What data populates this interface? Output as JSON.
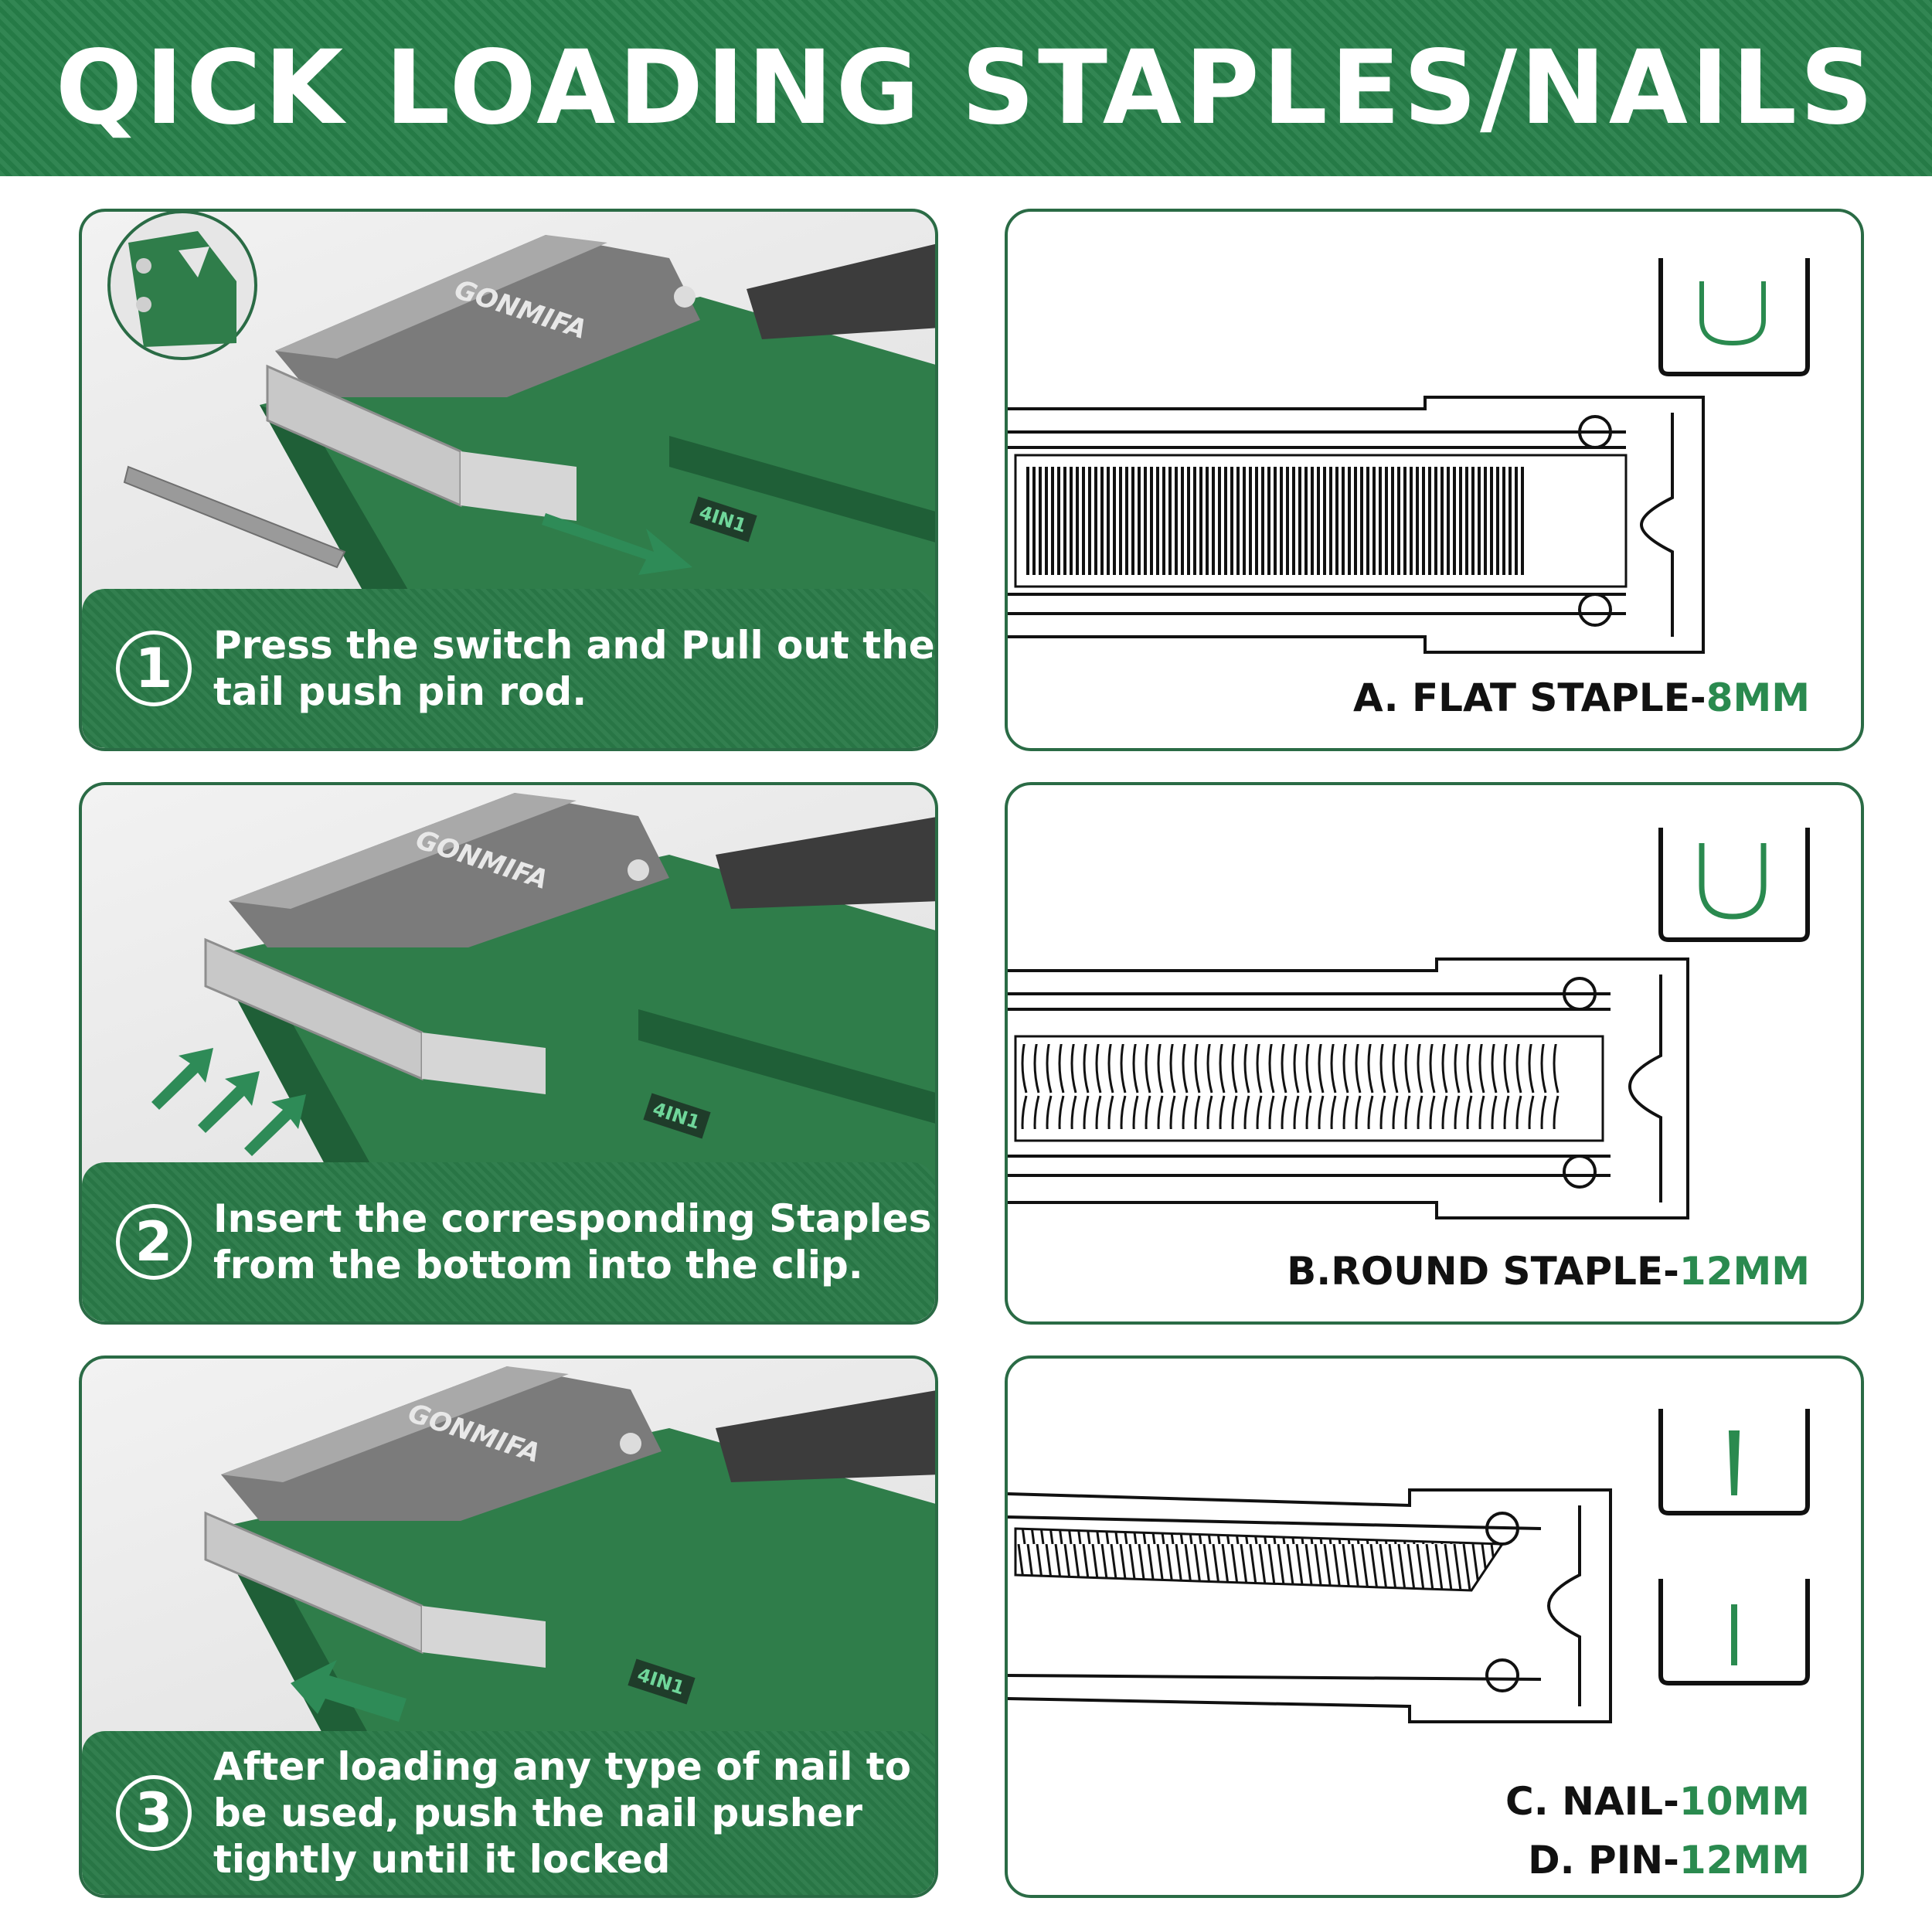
{
  "header": {
    "title": "QICK LOADING STAPLES/NAILS"
  },
  "colors": {
    "brand_green": "#27804a",
    "accent_green": "#2a8a4f",
    "outline": "#2a6b45"
  },
  "tool": {
    "brand": "GONMIFA",
    "badge": "4IN1"
  },
  "steps": [
    {
      "number": "1",
      "lines": [
        "Press the switch and Pull out the",
        "tail push pin rod."
      ]
    },
    {
      "number": "2",
      "lines": [
        "Insert the corresponding Staples",
        "from the bottom into the clip."
      ]
    },
    {
      "number": "3",
      "lines": [
        "After loading any type of nail to",
        "be used, push the nail pusher",
        "tightly until it locked"
      ]
    }
  ],
  "types": [
    {
      "labels": [
        {
          "name": "A. FLAT STAPLE-",
          "size": "8MM"
        }
      ]
    },
    {
      "labels": [
        {
          "name": "B.ROUND STAPLE-",
          "size": "12MM"
        }
      ]
    },
    {
      "labels": [
        {
          "name": "C. NAIL-",
          "size": "10MM"
        },
        {
          "name": "D. PIN-",
          "size": "12MM"
        }
      ]
    }
  ]
}
